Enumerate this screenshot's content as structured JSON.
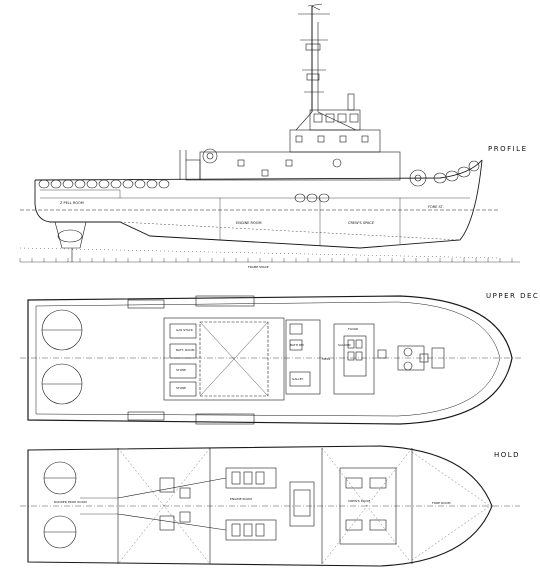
{
  "views": {
    "profile": {
      "title": "PROFILE",
      "labels": {
        "tow_room": "Z PELL ROOM",
        "engine_room": "ENGINE ROOM",
        "crew_space": "CREW'S SPACE",
        "fore_st": "FORE ST.",
        "frame_space": "FRAME SPACE"
      }
    },
    "upper_deck": {
      "title": "UPPER DECK",
      "labels": {
        "gas_stack": "GAS STACK",
        "batt": "BATT. ROOM",
        "store1": "STORE",
        "store2": "STORE",
        "bath": "BATH RM",
        "galley": "GALLEY",
        "mess": "MESS",
        "saloon": "SALOON",
        "floor": "FLOOR"
      }
    },
    "hold": {
      "title": "HOLD",
      "labels": {
        "rudder_prop": "RUDDER PROP. ROOM",
        "engine_room": "ENGINE ROOM",
        "crew_room": "CREW'S ROOM",
        "fore_room": "FORE ROOM"
      }
    }
  },
  "colors": {
    "line": "#1a1a1a",
    "background": "#ffffff"
  }
}
